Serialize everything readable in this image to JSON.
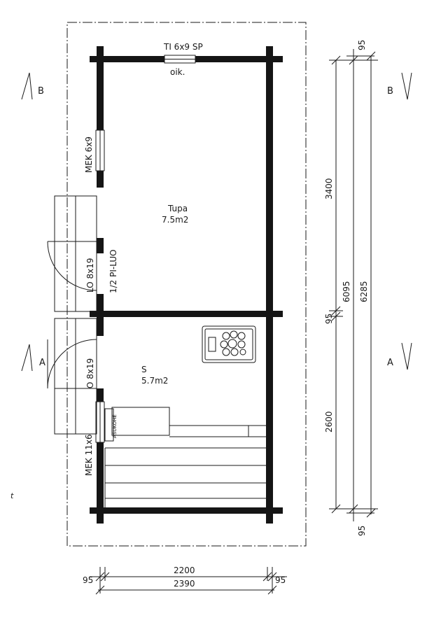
{
  "room_labels": {
    "tupa_name": "Tupa",
    "tupa_area": "7.5m2",
    "sauna_name": "S",
    "sauna_area": "5.7m2"
  },
  "openings": {
    "top_window": "TI 6x9 SP",
    "top_window_note": "oik.",
    "left_window_upper": "MEK 6x9",
    "door_main_lo": "LO 8x19",
    "door_main_pi": "1/2 PI-LUO",
    "door_sauna": "O 8x19",
    "left_window_lower": "MEK 11x6",
    "bench_label": "ASUKOHE"
  },
  "section_marks": {
    "b_left": "B",
    "b_right": "B",
    "a_left": "A",
    "a_right": "A"
  },
  "dimensions": {
    "vertical_top_wall": "95",
    "vertical_tupa": "3400",
    "vertical_mid_wall": "95",
    "vertical_sauna": "2600",
    "vertical_inner_total": "6095",
    "vertical_outer_total": "6285",
    "vertical_bottom_wall": "95",
    "horizontal_inner": "2200",
    "horizontal_outer": "2390",
    "horizontal_left_wall": "95",
    "horizontal_right_wall": "95"
  },
  "margin_mark": "t"
}
